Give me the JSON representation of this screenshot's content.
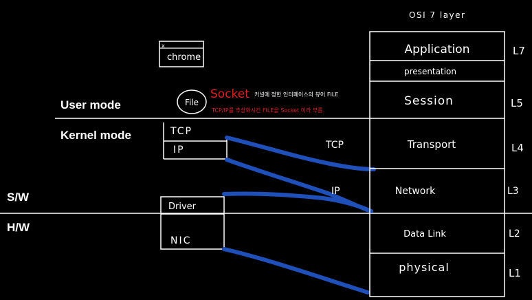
{
  "title": "OSI 7 layer",
  "modes": {
    "user": "User mode",
    "kernel": "Kernel mode",
    "software": "S/W",
    "hardware": "H/W"
  },
  "app_window": {
    "label": "chrome",
    "close_glyph": "x"
  },
  "file_circle": "File",
  "socket": {
    "title": "Socket",
    "note_line1": "커널에 정한 인터페이스의 뷰어 FILE",
    "note_line2": "TCP/IP를 추상화시킨 FILE을 Socket 이라 부름."
  },
  "kernel_stack": {
    "tcp": "TCP",
    "ip": "IP"
  },
  "hw_stack": {
    "driver": "Driver",
    "nic": "NIC"
  },
  "protocols": {
    "tcp": "TCP",
    "ip": "IP"
  },
  "layers": [
    {
      "name": "Application",
      "level": "L7"
    },
    {
      "name": "presentation",
      "level": ""
    },
    {
      "name": "Session",
      "level": "L5"
    },
    {
      "name": "Transport",
      "level": "L4"
    },
    {
      "name": "Network",
      "level": "L3"
    },
    {
      "name": "Data Link",
      "level": "L2"
    },
    {
      "name": "physical",
      "level": "L1"
    }
  ],
  "colors": {
    "background": "#000000",
    "line": "#ffffff",
    "connector": "#1f4fb8",
    "note": "#e02020"
  }
}
